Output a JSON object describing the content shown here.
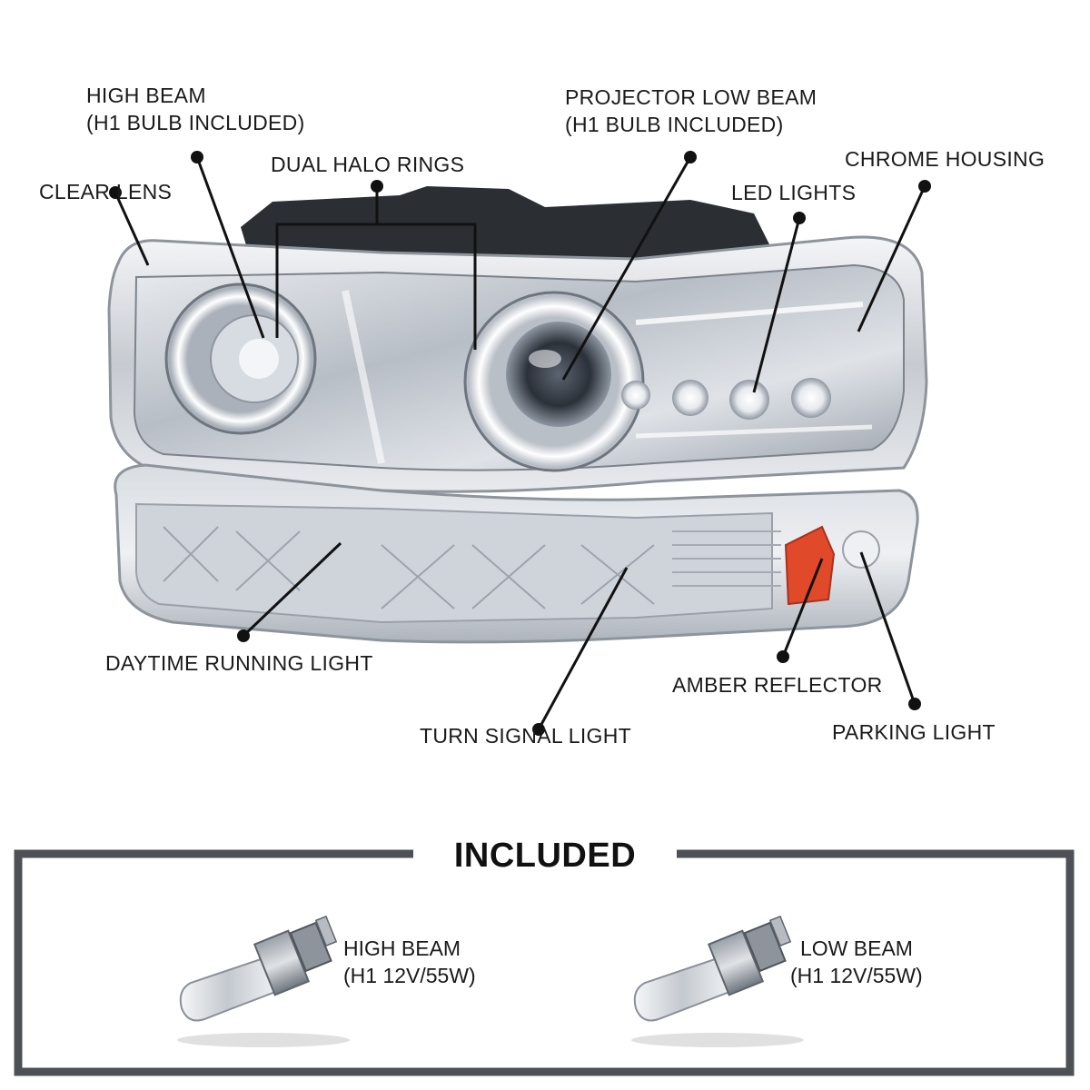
{
  "callouts": {
    "high_beam": {
      "line1": "HIGH BEAM",
      "line2": "(H1 BULB INCLUDED)"
    },
    "dual_halo": "DUAL HALO RINGS",
    "clear_lens": "CLEAR LENS",
    "projector_low_beam": {
      "line1": "PROJECTOR LOW BEAM",
      "line2": "(H1 BULB INCLUDED)"
    },
    "chrome_housing": "CHROME HOUSING",
    "led_lights": "LED LIGHTS",
    "daytime_running_light": "DAYTIME RUNNING LIGHT",
    "turn_signal_light": "TURN SIGNAL LIGHT",
    "amber_reflector": "AMBER REFLECTOR",
    "parking_light": "PARKING LIGHT"
  },
  "included": {
    "title": "INCLUDED",
    "bulbs": [
      {
        "name": "HIGH BEAM",
        "spec": "(H1 12V/55W)"
      },
      {
        "name": "LOW BEAM",
        "spec": "(H1 12V/55W)"
      }
    ]
  },
  "colors": {
    "callout": "#111111",
    "frame": "#4d5156",
    "chrome": "#c9ccd1",
    "amber": "#e0492a"
  }
}
